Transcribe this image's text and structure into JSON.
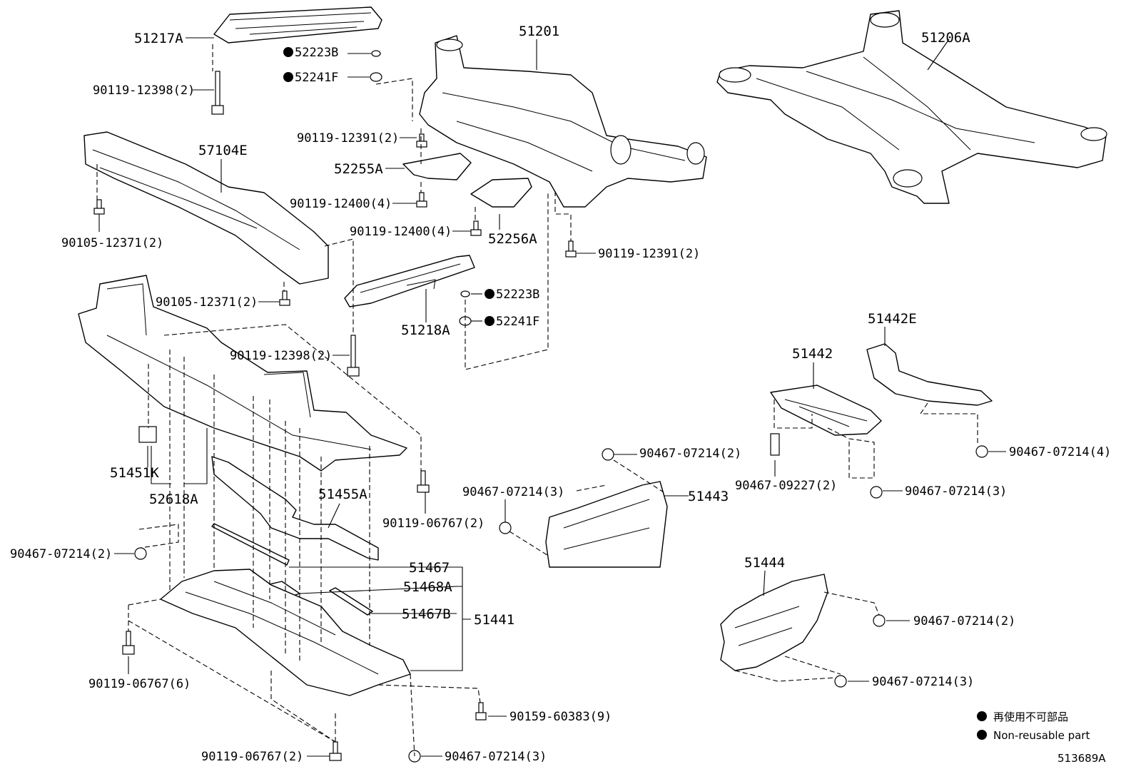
{
  "labels": {
    "p51217A": "51217A",
    "p52223B_top": "52223B",
    "p52241F_top": "52241F",
    "b90119_12398_top": "90119-12398(2)",
    "p51201": "51201",
    "p51206A": "51206A",
    "p57104E": "57104E",
    "b90119_12391_a": "90119-12391(2)",
    "p52255A": "52255A",
    "b90119_12400_a": "90119-12400(4)",
    "b90105_12371_a": "90105-12371(2)",
    "b90119_12400_b": "90119-12400(4)",
    "p52256A": "52256A",
    "b90119_12391_b": "90119-12391(2)",
    "b90105_12371_b": "90105-12371(2)",
    "p52223B_mid": "52223B",
    "p52241F_mid": "52241F",
    "p51218A": "51218A",
    "b90119_12398_mid": "90119-12398(2)",
    "p51442E": "51442E",
    "p51442": "51442",
    "b90467_07214_4": "90467-07214(4)",
    "b90467_07214_2a": "90467-07214(2)",
    "p51451K": "51451K",
    "p52618A": "52618A",
    "p51443": "51443",
    "b90467_07214_3a": "90467-07214(3)",
    "b90467_09227": "90467-09227(2)",
    "b90467_07214_3b": "90467-07214(3)",
    "p51455A": "51455A",
    "b90119_06767_2a": "90119-06767(2)",
    "b90467_07214_2b": "90467-07214(2)",
    "p51467": "51467",
    "p51468A": "51468A",
    "p51467B": "51467B",
    "p51441": "51441",
    "p51444": "51444",
    "b90467_07214_2c": "90467-07214(2)",
    "b90119_06767_6": "90119-06767(6)",
    "b90467_07214_3c": "90467-07214(3)",
    "b90159_60383": "90159-60383(9)",
    "b90119_06767_2b": "90119-06767(2)",
    "b90467_07214_3d": "90467-07214(3)"
  },
  "legend": {
    "jp": "再使用不可部品",
    "en": "Non-reusable part"
  },
  "figure_code": "513689A"
}
